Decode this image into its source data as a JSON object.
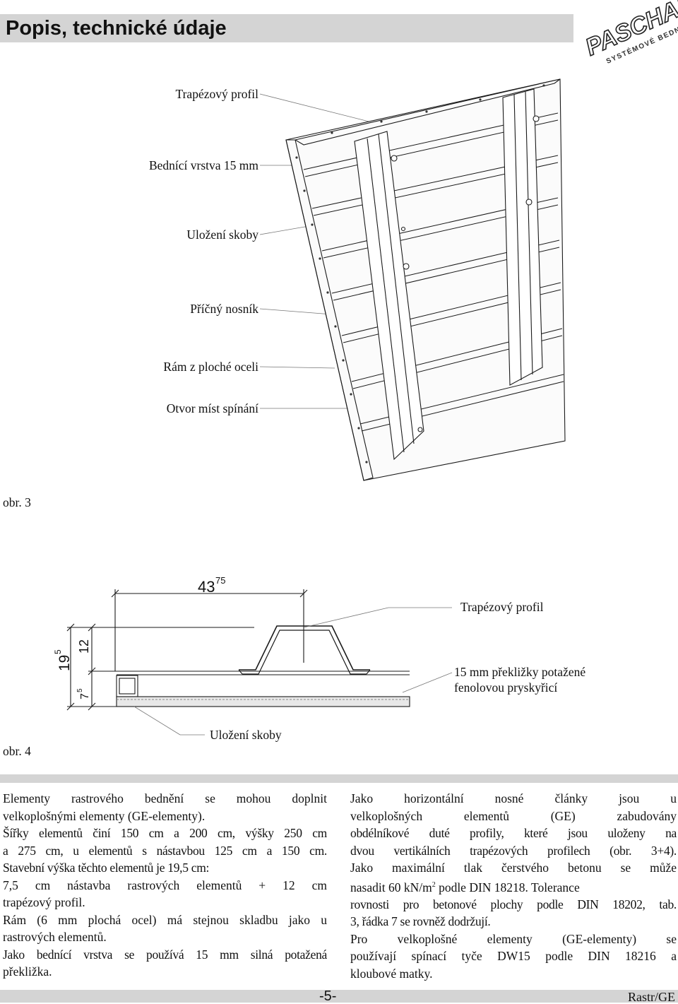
{
  "header": {
    "title": "Popis, technické údaje",
    "logo_text": "PASCHAL",
    "logo_tagline": "SYSTÉMOVÉ BEDNĚNÍ"
  },
  "figure3": {
    "caption": "obr. 3",
    "labels": {
      "trapezovy": "Trapézový profil",
      "bednici": "Bednící vrstva 15 mm",
      "ulozeni": "Uložení skoby",
      "pricny": "Příčný nosník",
      "ram": "Rám z ploché oceli",
      "otvor": "Otvor míst spínání"
    }
  },
  "figure4": {
    "caption": "obr. 4",
    "dim_width": "43",
    "dim_width_sup": "75",
    "dim_total": "19",
    "dim_total_sup": "5",
    "dim_profile": "12",
    "dim_base": "7",
    "dim_base_sup": "5",
    "label_profile": "Trapézový profil",
    "label_plywood_1": "15 mm překližky potažené",
    "label_plywood_2": "fenolovou pryskyřicí",
    "label_hook": "Uložení skoby"
  },
  "left_column": [
    "Elementy rastrového bednění se mohou doplnit",
    "velkoplošnými elementy (GE-elementy).",
    "Šířky elementů činí 150 cm a 200 cm, výšky 250 cm",
    "a 275 cm, u elementů s nástavbou 125 cm a 150 cm.",
    "Stavební výška těchto elementů je 19,5 cm:",
    "7,5 cm nástavba rastrových elementů + 12 cm",
    "trapézový profil.",
    "Rám (6 mm plochá ocel) má stejnou skladbu jako u",
    "rastrových elementů.",
    "Jako bednící vrstva se používá 15 mm silná potažená",
    "překližka."
  ],
  "right_column": [
    "Jako horizontální nosné články jsou u",
    "velkoplošných elementů (GE) zabudovány",
    "obdélníkové duté profily, které jsou uloženy na",
    "dvou vertikálních trapézových profilech (obr. 3+4).",
    "Jako maximální tlak čerstvého betonu se může",
    "nasadit 60 kN/m",
    "2",
    " podle DIN 18218. Tolerance",
    "rovnosti pro betonové plochy podle DIN 18202, tab.",
    "3, řádka 7 se rovněž dodržují.",
    "Pro velkoplošné elementy (GE-elementy) se",
    "používají spínací tyče DW15 podle DIN 18216 a",
    "kloubové matky."
  ],
  "footer": {
    "page_number": "-5-",
    "code": "Rastr/GE"
  }
}
